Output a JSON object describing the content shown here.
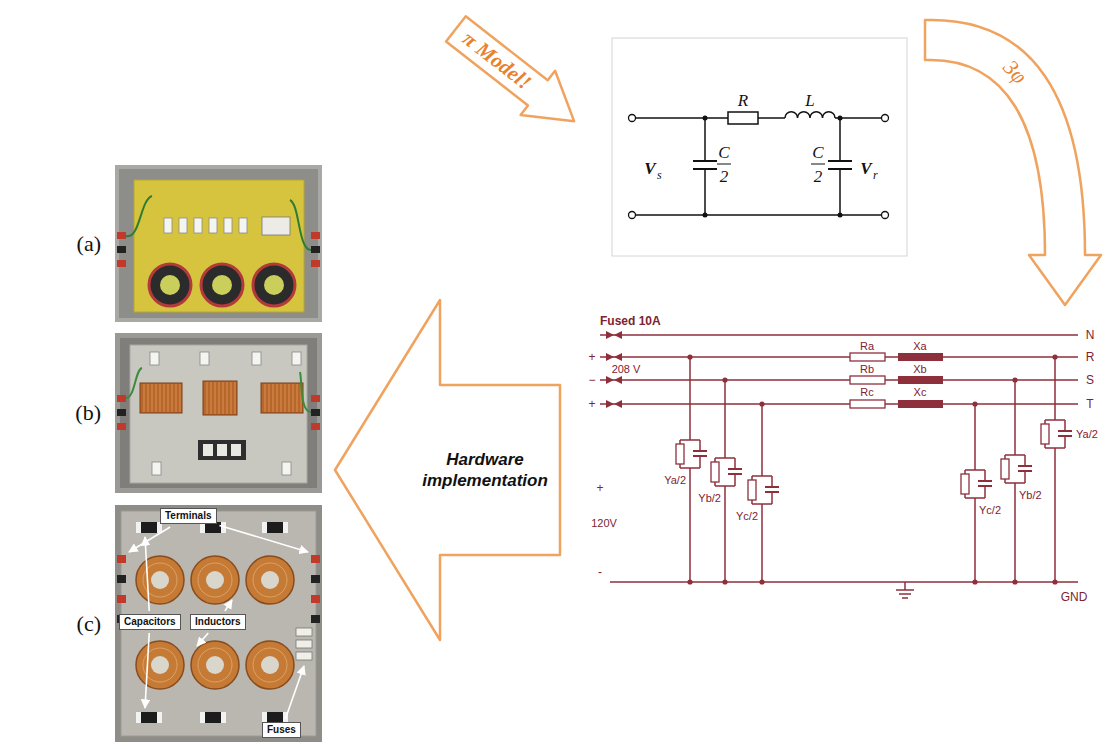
{
  "diagram": {
    "nodes": [
      {
        "text": [
          "(a)"
        ]
      },
      {
        "text": [
          "(b)"
        ]
      },
      {
        "text": [
          "(c)"
        ]
      },
      {
        "text": [
          "π Model!"
        ]
      },
      {
        "text": [
          "3φ"
        ]
      },
      {
        "text": [
          "Hardware implementation"
        ]
      },
      {
        "text": [
          "Terminals"
        ],
        "in": 2
      },
      {
        "text": [
          "Inductors"
        ],
        "in": 2
      },
      {
        "text": [
          "Capacitors"
        ],
        "in": 2
      },
      {
        "text": [
          "Fuses"
        ],
        "in": 2
      }
    ],
    "labels": [
      "R",
      "L",
      "C",
      "2",
      "C",
      "2",
      "V",
      "s",
      "V",
      "r",
      "Fused 10A",
      "N",
      "R",
      "S",
      "T",
      "+",
      "208 V",
      "−",
      "+",
      "Ra",
      "Xa",
      "Rb",
      "Xb",
      "Rc",
      "Xc",
      "+",
      "120V",
      "-",
      "Ya/2",
      "Yb/2",
      "Yc/2",
      "Yc/2",
      "Yb/2",
      "Ya/2",
      "GND"
    ]
  }
}
